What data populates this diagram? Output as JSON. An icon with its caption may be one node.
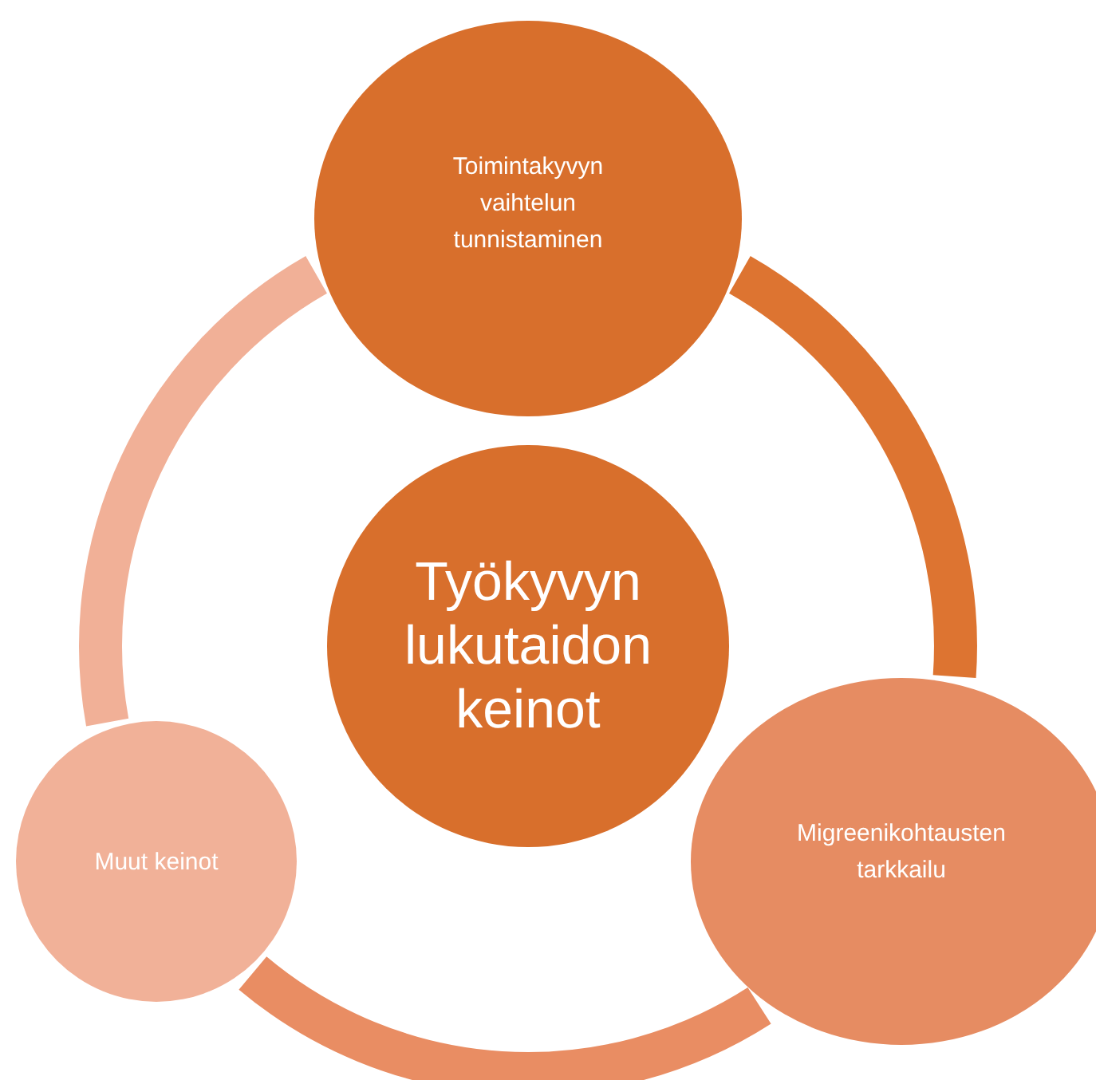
{
  "diagram": {
    "nodes": [
      {
        "text": [
          "Työkyvyn lukutaidon keinot"
        ]
      },
      {
        "text": [
          "Toimintakyvyn vaihtelun tunnistaminen"
        ]
      },
      {
        "text": [
          "Migreenikohtausten tarkkailu"
        ]
      },
      {
        "text": [
          "Muut keinot"
        ]
      }
    ],
    "edges": [
      {
        "from": 1,
        "to": 2,
        "arrow": "none",
        "color": "#dd7431"
      },
      {
        "from": 2,
        "to": 3,
        "arrow": "none",
        "color": "#e98d63"
      },
      {
        "from": 3,
        "to": 1,
        "arrow": "none",
        "color": "#f1b097"
      }
    ]
  }
}
